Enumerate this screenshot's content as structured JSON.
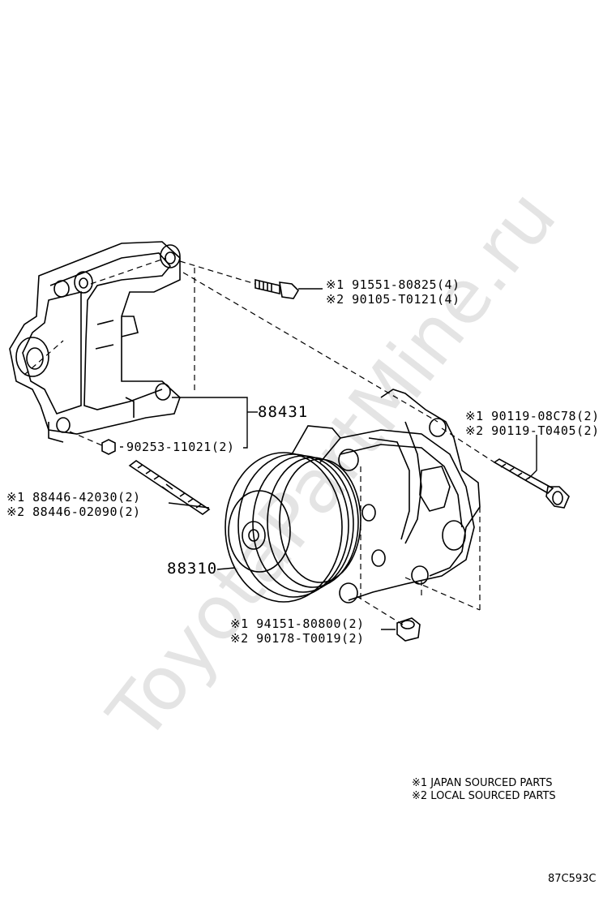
{
  "watermark": "ToyotaPartMine.ru",
  "parts": {
    "bracket_bolt_1": "※1 91551-80825(4)",
    "bracket_bolt_2": "※2 90105-T0121(4)",
    "bracket_ref": "88431",
    "bracket_nut": "90253-11021(2)",
    "stud_1": "※1 88446-42030(2)",
    "stud_2": "※2 88446-02090(2)",
    "compressor_ref": "88310",
    "comp_bolt_1": "※1 90119-08C78(2)",
    "comp_bolt_2": "※2 90119-T0405(2)",
    "comp_nut_1": "※1 94151-80800(2)",
    "comp_nut_2": "※2 90178-T0019(2)"
  },
  "legend": {
    "line1": "※1 JAPAN SOURCED PARTS",
    "line2": "※2 LOCAL SOURCED PARTS"
  },
  "diagram_code": "87C593C"
}
